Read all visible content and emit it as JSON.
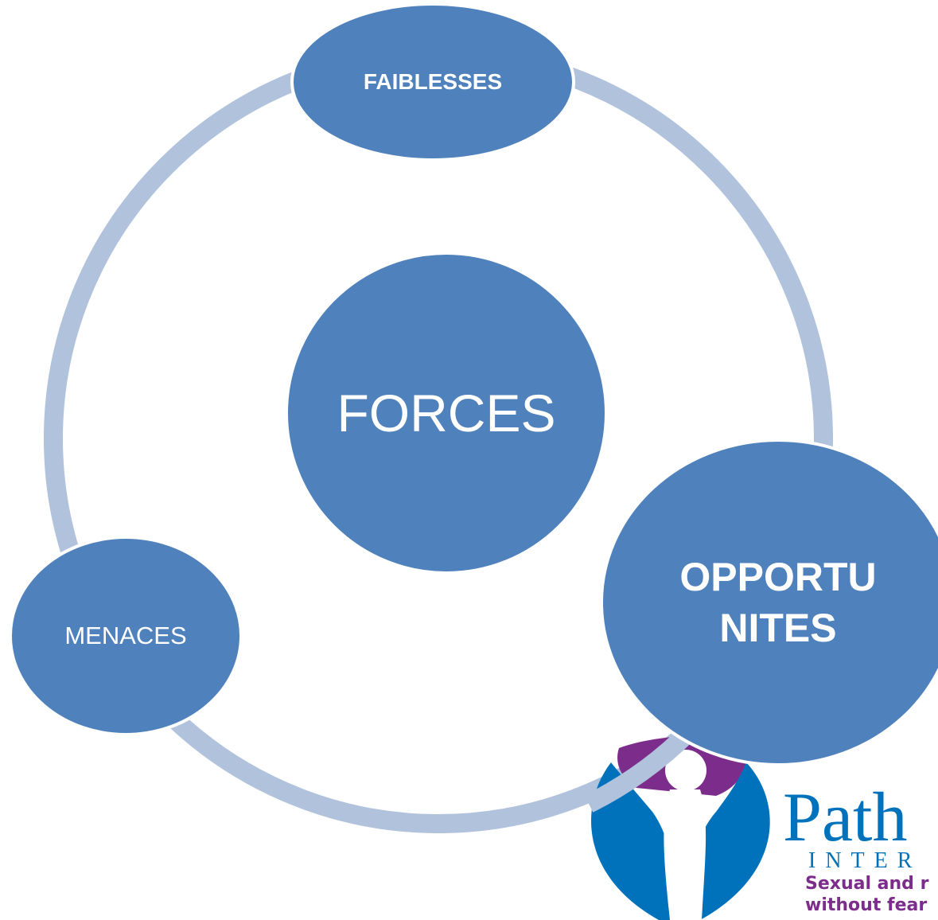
{
  "diagram": {
    "center": {
      "label": "FORCES"
    },
    "top": {
      "label": "FAIBLESSES"
    },
    "left": {
      "label": "MENACES"
    },
    "right": {
      "label": "OPPORTU NITES"
    }
  },
  "logo": {
    "name": "Path",
    "subname": "INTER",
    "tagline_1": "Sexual and r",
    "tagline_2": "without fear"
  },
  "colors": {
    "node_fill": "#4f81bd",
    "ring": "#b0c2dc",
    "node_text": "#ffffff",
    "logo_blue": "#0072bc",
    "logo_purple": "#7c2d8c"
  }
}
